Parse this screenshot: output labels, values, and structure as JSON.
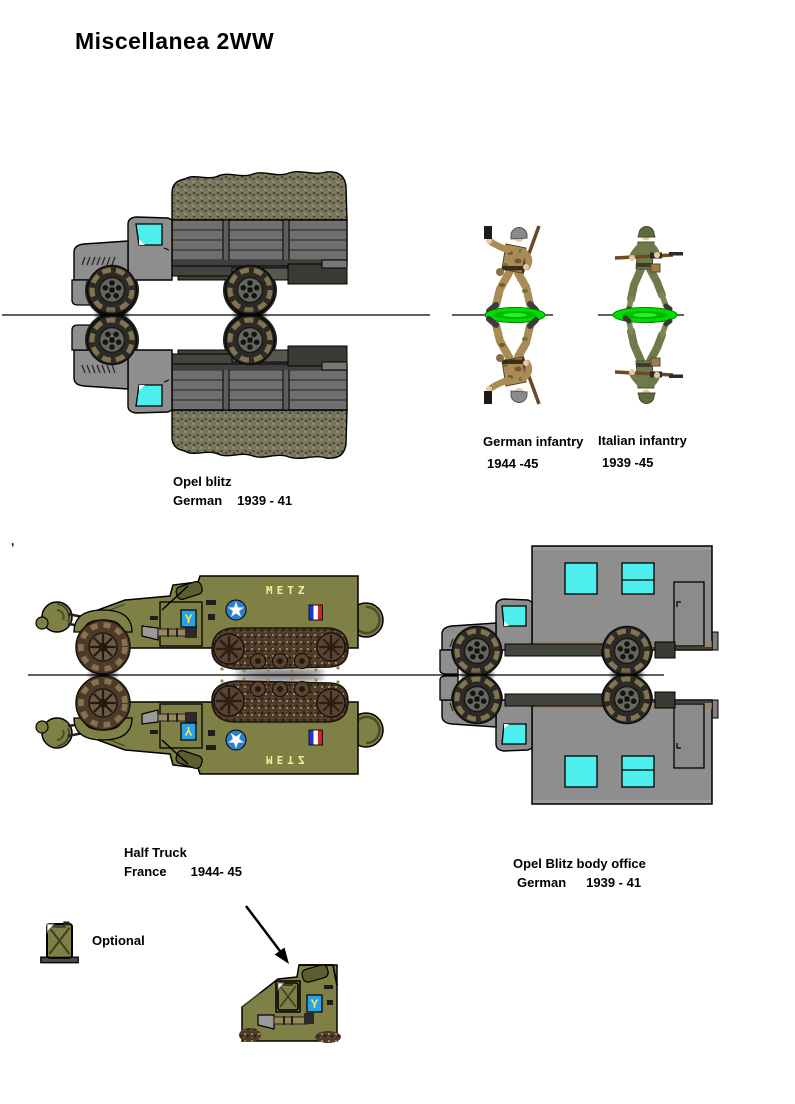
{
  "title": "Miscellanea 2WW",
  "stray_mark": ",",
  "labels": {
    "opel_blitz": {
      "name": "Opel blitz",
      "nation": "German",
      "years": "1939 - 41"
    },
    "german_infantry": {
      "name": "German infantry",
      "years": "1944 -45"
    },
    "italian_infantry": {
      "name": "Italian infantry",
      "years": "1939 -45"
    },
    "half_truck": {
      "name": "Half Truck",
      "nation": "France",
      "years": "1944- 45"
    },
    "opel_blitz_body_office": {
      "name": "Opel Blitz body office",
      "nation": "German",
      "years": "1939 - 41"
    },
    "optional": "Optional"
  },
  "markings": {
    "vehicle_name": "METZ",
    "door_emblem": "Y"
  },
  "colors": {
    "paper": "#ffffff",
    "ink": "#000000",
    "truck_gray": "#8e8e8e",
    "truck_gray_dark": "#6f6f6f",
    "chassis_dark": "#44443f",
    "window_cyan": "#4deeee",
    "tarp_olive": "#7a7660",
    "tarp_dark": "#55523c",
    "tarp_light": "#8e8a6c",
    "olive_green": "#7e8045",
    "olive_dark": "#4b4d24",
    "track_brown": "#4e3a29",
    "mud_tan": "#9b865c",
    "wheel_dark": "#2b2a24",
    "hub_gray": "#666660",
    "base_green": "#00dd00",
    "flag_blue": "#2233cc",
    "flag_white": "#ffffff",
    "flag_red": "#d42222",
    "roundel_blue": "#2d7fd3",
    "emblem_blue": "#29a3e8",
    "emblem_yellow": "#ffe84d",
    "metz_yellow": "#f2ef9c",
    "uniform_tan": "#a98c55",
    "camo_brown": "#7a5630",
    "camo_green": "#6b7436",
    "flesh": "#e8c7a0",
    "helmet_gray": "#8a8a8a",
    "uniform_olive": "#6f7a4a",
    "rifle_brown": "#6b4a24",
    "steel_gray": "#9a9a9a"
  }
}
